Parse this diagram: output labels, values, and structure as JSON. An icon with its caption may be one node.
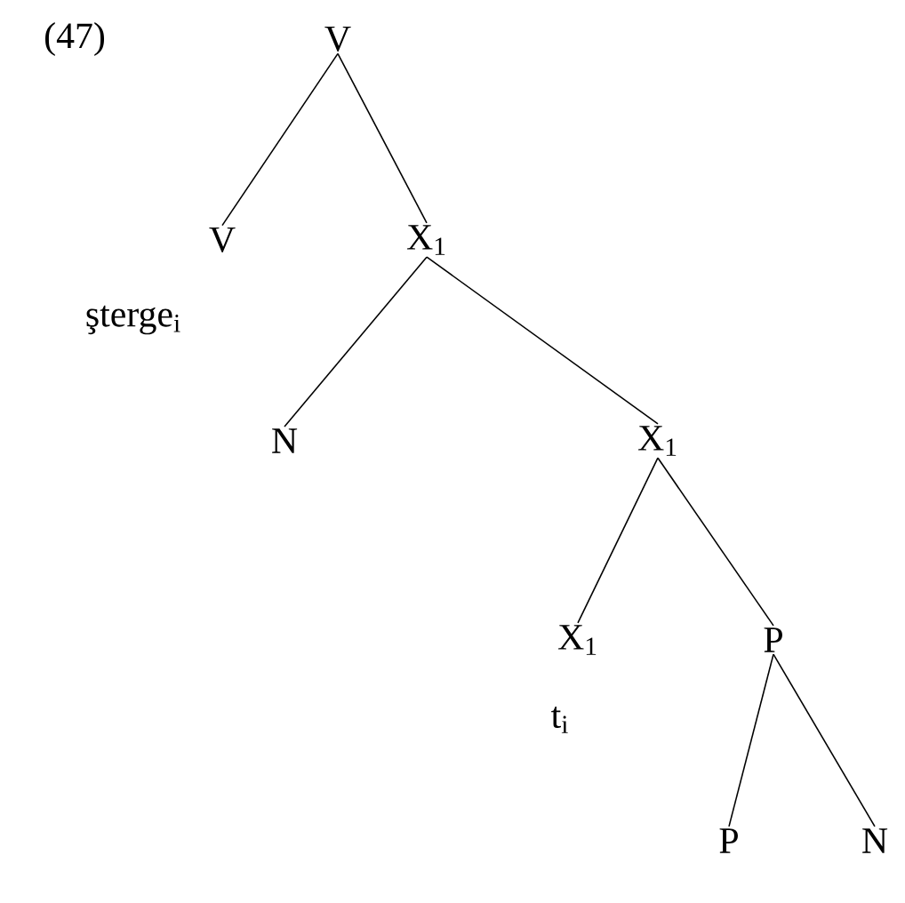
{
  "diagram": {
    "nodes": [
      {
        "text": [
          "V"
        ]
      },
      {
        "text": [
          "V"
        ],
        "beside": [
          "şterge$_{i}$"
        ]
      },
      {
        "text": [
          "X$_{1}$"
        ]
      },
      {
        "text": [
          "N"
        ]
      },
      {
        "text": [
          "X$_{1}$"
        ]
      },
      {
        "text": [
          "X$_{1}$"
        ],
        "beside": [
          "t$_{i}$"
        ]
      },
      {
        "text": [
          "P"
        ]
      },
      {
        "text": [
          "P"
        ]
      },
      {
        "text": [
          "N"
        ]
      }
    ],
    "edges": [
      {
        "from": 0,
        "to": 1,
        "arrow": "none"
      },
      {
        "from": 0,
        "to": 2,
        "arrow": "none"
      },
      {
        "from": 2,
        "to": 3,
        "arrow": "none"
      },
      {
        "from": 2,
        "to": 4,
        "arrow": "none"
      },
      {
        "from": 4,
        "to": 5,
        "arrow": "none"
      },
      {
        "from": 4,
        "to": 6,
        "arrow": "none"
      },
      {
        "from": 6,
        "to": 7,
        "arrow": "none"
      },
      {
        "from": 6,
        "to": 8,
        "arrow": "none"
      }
    ],
    "labels": [
      "(47)"
    ]
  }
}
